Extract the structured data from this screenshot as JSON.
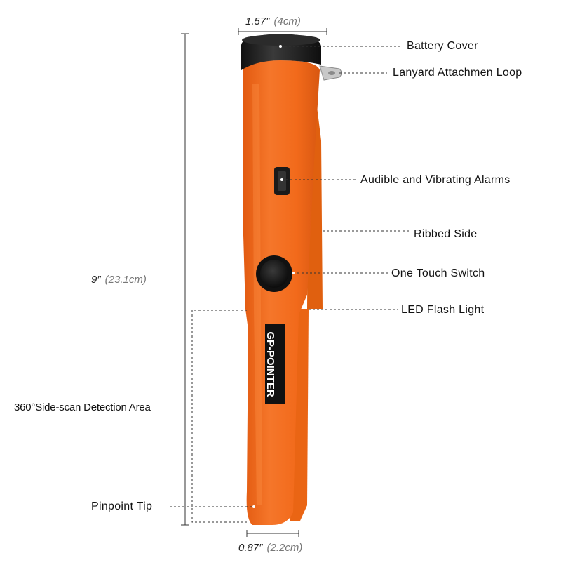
{
  "dimensions": {
    "width_in": "1.57″",
    "width_cm": "(4cm)",
    "length_in": "9″",
    "length_cm": "(23.1cm)",
    "tip_in": "0.87″",
    "tip_cm": "(2.2cm)"
  },
  "labels": {
    "battery_cover": "Battery Cover",
    "lanyard_loop": "Lanyard Attachmen Loop",
    "alarms": "Audible and Vibrating Alarms",
    "ribbed_side": "Ribbed Side",
    "switch": "One Touch Switch",
    "led": "LED  Flash Light",
    "detection_area": "360°Side-scan Detection Area",
    "pinpoint_tip": "Pinpoint Tip"
  },
  "device": {
    "brand_text": "GP-POINTER",
    "body_color": "#f26a1b",
    "cap_color": "#1c1c1c",
    "icons": [
      "battery-cap-icon",
      "lanyard-loop-icon",
      "alarm-window-icon",
      "power-button-icon"
    ]
  }
}
